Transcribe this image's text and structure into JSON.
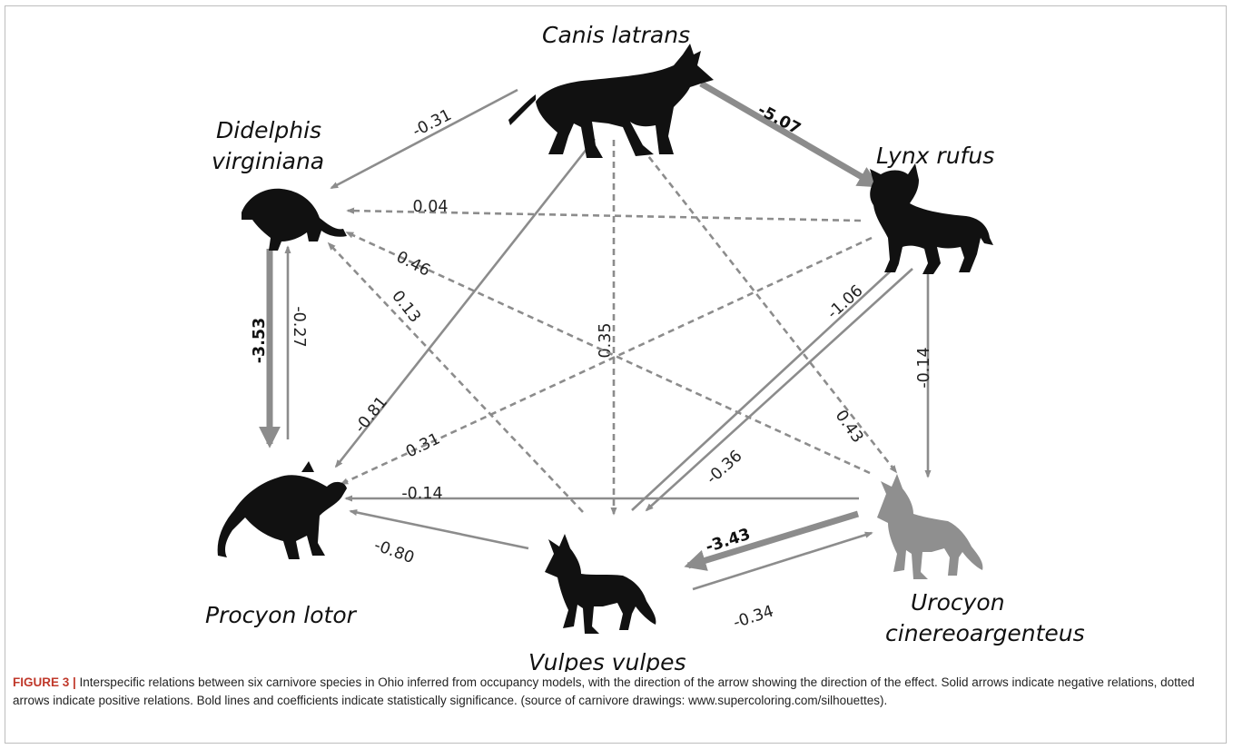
{
  "figure": {
    "nodes": [
      {
        "id": "canis",
        "name": "Canis latrans",
        "icon": "coyote-silhouette-icon",
        "color": "#111111"
      },
      {
        "id": "lynx",
        "name": "Lynx rufus",
        "icon": "bobcat-silhouette-icon",
        "color": "#111111"
      },
      {
        "id": "urocyon",
        "name": "Urocyon cinereoargenteus",
        "icon": "gray-fox-silhouette-icon",
        "color": "#8f8f8f"
      },
      {
        "id": "vulpes",
        "name": "Vulpes vulpes",
        "icon": "red-fox-silhouette-icon",
        "color": "#111111"
      },
      {
        "id": "procyon",
        "name": "Procyon lotor",
        "icon": "raccoon-silhouette-icon",
        "color": "#111111"
      },
      {
        "id": "didelphis",
        "name": "Didelphis virginiana",
        "icon": "opossum-silhouette-icon",
        "color": "#111111"
      }
    ],
    "edges": [
      {
        "from": "canis",
        "to": "didelphis",
        "coef": "-0.31",
        "style": "solid",
        "significant": false
      },
      {
        "from": "canis",
        "to": "lynx",
        "coef": "-5.07",
        "style": "solid",
        "significant": true
      },
      {
        "from": "canis",
        "to": "procyon",
        "coef": "-0.81",
        "style": "solid",
        "significant": false
      },
      {
        "from": "canis",
        "to": "vulpes",
        "coef": "0.35",
        "style": "dotted",
        "significant": false
      },
      {
        "from": "canis",
        "to": "urocyon",
        "coef": "0.43",
        "style": "dotted",
        "significant": false
      },
      {
        "from": "lynx",
        "to": "didelphis",
        "coef": "0.04",
        "style": "dotted",
        "significant": false
      },
      {
        "from": "lynx",
        "to": "procyon",
        "coef": "0.31",
        "style": "dotted",
        "significant": false
      },
      {
        "from": "lynx",
        "to": "vulpes",
        "coef": "-0.36",
        "style": "solid",
        "significant": false
      },
      {
        "from": "lynx",
        "to": "urocyon",
        "coef": "-0.14",
        "style": "solid",
        "significant": false
      },
      {
        "from": "vulpes",
        "to": "lynx",
        "coef": "-1.06",
        "style": "solid",
        "significant": false
      },
      {
        "from": "vulpes",
        "to": "didelphis",
        "coef": "0.13",
        "style": "dotted",
        "significant": false
      },
      {
        "from": "vulpes",
        "to": "procyon",
        "coef": "-0.80",
        "style": "solid",
        "significant": false
      },
      {
        "from": "vulpes",
        "to": "urocyon",
        "coef": "-0.34",
        "style": "solid",
        "significant": false
      },
      {
        "from": "urocyon",
        "to": "didelphis",
        "coef": "0.46",
        "style": "dotted",
        "significant": false
      },
      {
        "from": "urocyon",
        "to": "procyon",
        "coef": "-0.14",
        "style": "solid",
        "significant": false
      },
      {
        "from": "urocyon",
        "to": "vulpes",
        "coef": "-3.43",
        "style": "solid",
        "significant": true
      },
      {
        "from": "didelphis",
        "to": "procyon",
        "coef": "-3.53",
        "style": "solid",
        "significant": true
      },
      {
        "from": "procyon",
        "to": "didelphis",
        "coef": "-0.27",
        "style": "solid",
        "significant": false
      }
    ],
    "edge_color": "#8c8c8c",
    "caption": {
      "label": "FIGURE 3 |",
      "text": " Interspecific relations between six carnivore species in Ohio inferred from occupancy models, with the direction of the arrow showing the direction of the effect. Solid arrows indicate negative relations, dotted arrows indicate positive relations. Bold lines and coefficients indicate statistically significance. (source of carnivore drawings: www.supercoloring.com/silhouettes).",
      "label_color": "#c0392b"
    }
  }
}
